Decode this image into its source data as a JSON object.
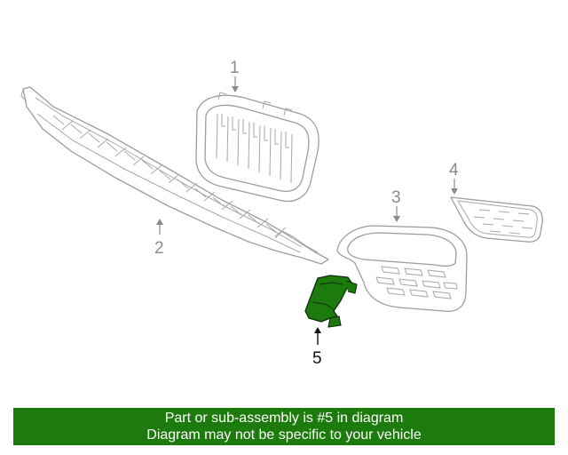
{
  "callouts": {
    "part1": "1",
    "part2": "2",
    "part3": "3",
    "part4": "4",
    "part5": "5"
  },
  "highlight_color": "#1d7a0c",
  "highlighted_part": "5",
  "banner": {
    "line1": "Part or sub-assembly is #5 in diagram",
    "line2": "Diagram may not be specific to your vehicle"
  },
  "icons": [
    "grille-kidney-drawing",
    "lower-bumper-grille-drawing",
    "fog-light-trim-drawing",
    "side-vent-grille-drawing",
    "bracket-highlighted-drawing"
  ]
}
